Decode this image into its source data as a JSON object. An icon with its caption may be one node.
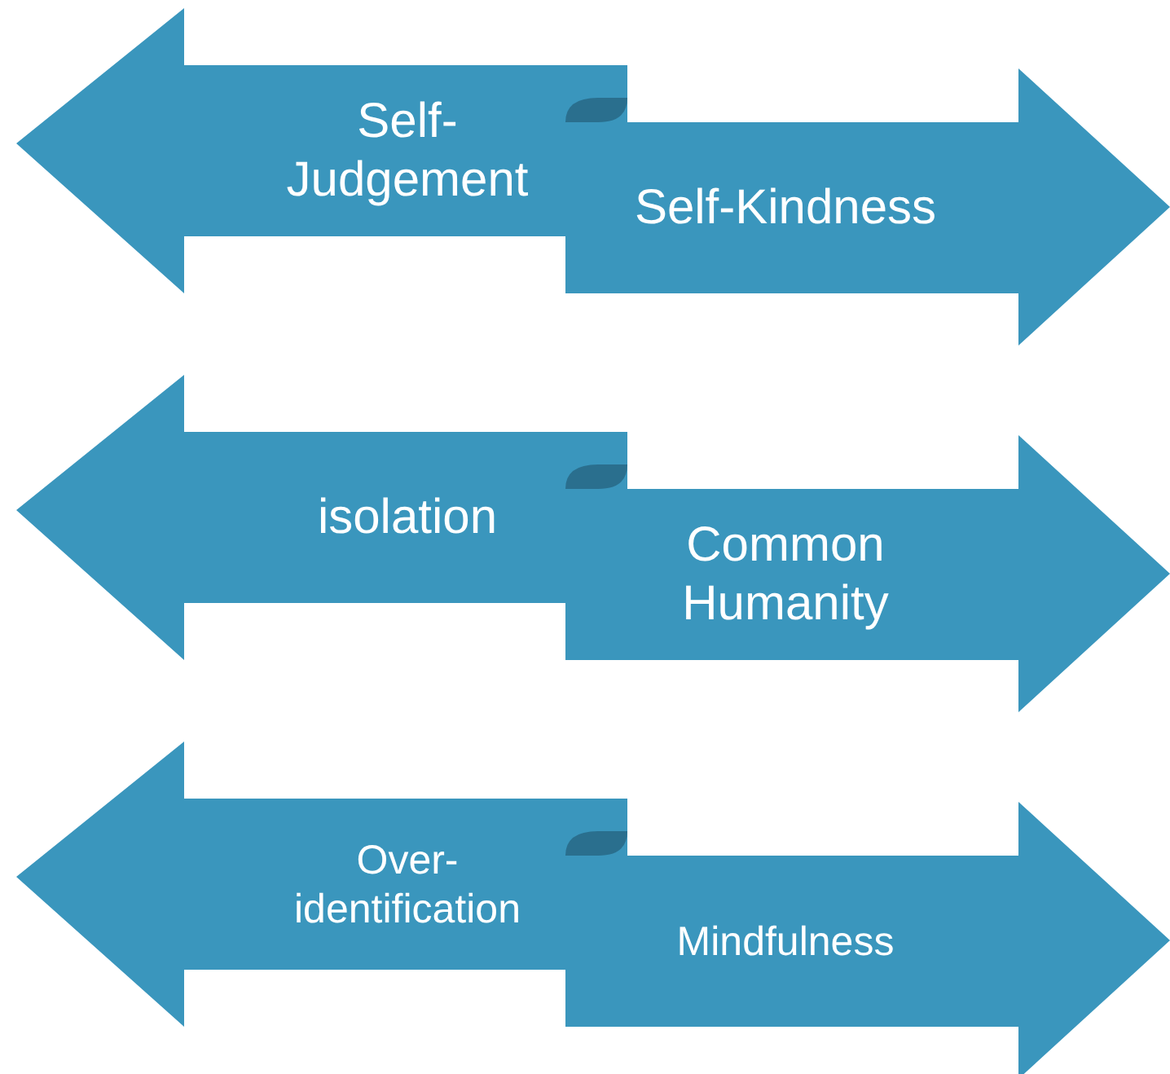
{
  "diagram": {
    "nodes": [
      {
        "text": [
          "Self-Judgement"
        ]
      },
      {
        "text": [
          "Self-Kindness"
        ]
      },
      {
        "text": [
          "isolation"
        ]
      },
      {
        "text": [
          "Common Humanity"
        ]
      },
      {
        "text": [
          "Over-identification"
        ]
      },
      {
        "text": [
          "Mindfulness"
        ]
      }
    ]
  }
}
